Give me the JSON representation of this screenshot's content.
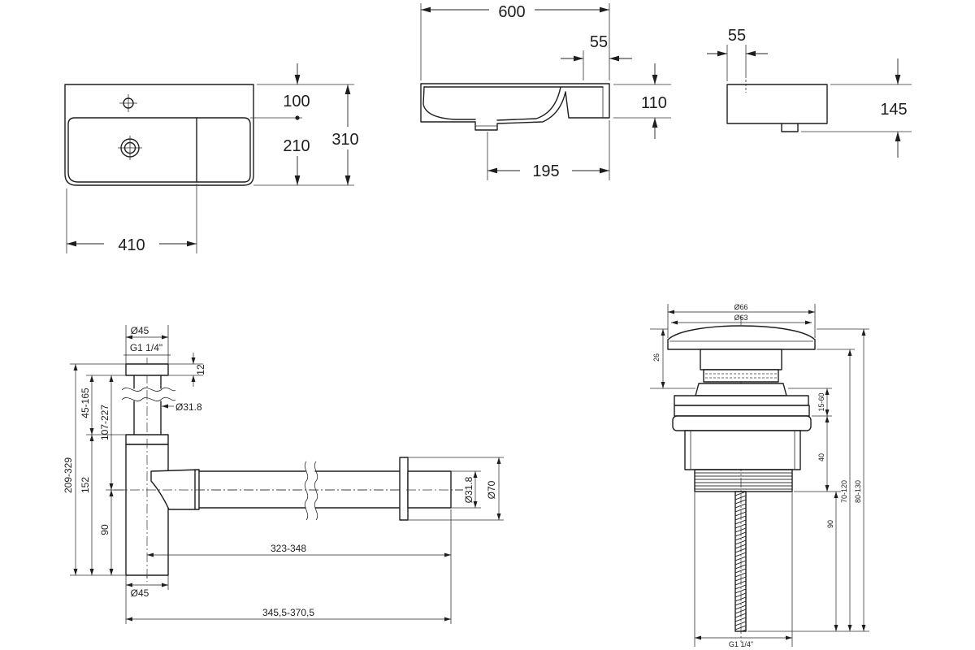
{
  "basin_plan": {
    "dim_rear": "100",
    "dim_front": "210",
    "dim_depth": "310",
    "dim_bowl_width": "410"
  },
  "basin_section": {
    "dim_width": "600",
    "dim_rim": "55",
    "dim_height": "110",
    "dim_drain_offset": "195"
  },
  "basin_side": {
    "dim_rim": "55",
    "dim_height": "145"
  },
  "siphon": {
    "dia_top": "Ø45",
    "thread": "G1 1/4\"",
    "flange_height": "12",
    "tube_dia": "Ø31.8",
    "inlet_length": "45-165",
    "inlet_to_outlet": "107-227",
    "total_height": "209-329",
    "body_height": "152",
    "outlet_height": "90",
    "outlet_length": "323-348",
    "dia_bottom": "Ø45",
    "total_length": "345,5-370,5",
    "pipe_dia": "Ø31.8",
    "rosette_dia": "Ø70"
  },
  "waste_valve": {
    "cap_dia": "Ø66",
    "inner_dia": "Ø63",
    "cap_height": "26",
    "clamp_range": "15-60",
    "body_height": "40",
    "overall_a": "70-120",
    "overall_b": "80-130",
    "rod_length": "90",
    "thread": "G1 1/4\""
  }
}
